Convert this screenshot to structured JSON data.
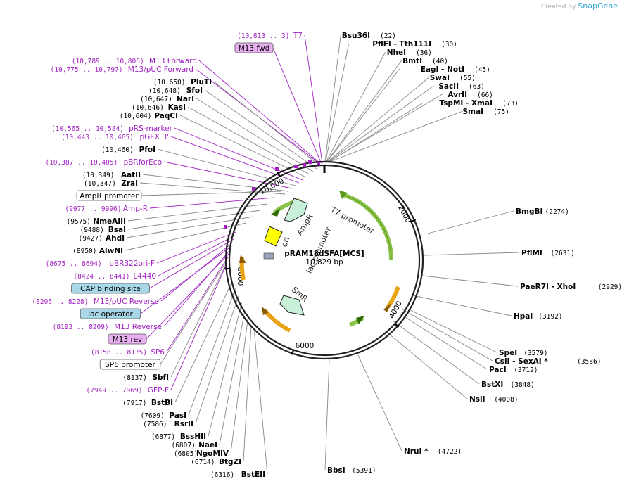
{
  "credit": {
    "prefix": "Created by",
    "brand": "SnapGene"
  },
  "plasmid": {
    "name": "pRAM18dSFA[MCS]",
    "length": "10,829 bp"
  },
  "colors": {
    "enzyme_line": "#888888",
    "feature_line": "#a020c0",
    "arrow_green": "#8bc34a",
    "arrow_orange": "#e8a317",
    "promoter_fill": "#c8f0d8",
    "ori_fill": "#ffff00",
    "box_blue": "#a8d8e8",
    "box_purple": "#e8b0f0"
  },
  "ticks": [
    "2000",
    "4000",
    "6000",
    "8000",
    "10,000"
  ],
  "inner_features": [
    "T7 promoter",
    "AmpR",
    "ori",
    "lac promoter",
    "SmR"
  ],
  "top_right_enzymes": [
    {
      "name": "Bsu36I",
      "pos": "(22)"
    },
    {
      "name": "PflFI   -  Tth111I",
      "pos": "(30)"
    },
    {
      "name": "NheI",
      "pos": "(36)"
    },
    {
      "name": "BmtI",
      "pos": "(40)"
    },
    {
      "name": "EagI   -  NotI",
      "pos": "(45)"
    },
    {
      "name": "SwaI",
      "pos": "(55)"
    },
    {
      "name": "SacII",
      "pos": "(63)"
    },
    {
      "name": "AvrII",
      "pos": "(66)"
    },
    {
      "name": "TspMI   -  XmaI",
      "pos": "(73)"
    },
    {
      "name": "SmaI",
      "pos": "(75)"
    }
  ],
  "right_enzymes": [
    {
      "name": "BmgBI",
      "pos": "(2274)"
    },
    {
      "name": "PflMI",
      "pos": "(2631)"
    },
    {
      "name": "PaeR7I   -  XhoI",
      "pos": "(2929)"
    },
    {
      "name": "HpaI",
      "pos": "(3192)"
    },
    {
      "name": "SpeI",
      "pos": "(3579)"
    },
    {
      "name": "CsiI   -  SexAI *",
      "pos": "(3586)"
    },
    {
      "name": "PacI",
      "pos": "(3712)"
    },
    {
      "name": "BstXI",
      "pos": "(3848)"
    },
    {
      "name": "NsiI",
      "pos": "(4008)"
    },
    {
      "name": "NruI *",
      "pos": "(4722)"
    },
    {
      "name": "BbsI",
      "pos": "(5391)"
    }
  ],
  "left_labels": [
    {
      "kind": "feature",
      "pos": "(10,813 .. 3)",
      "name": "T7"
    },
    {
      "kind": "box_purple",
      "name": "M13 fwd"
    },
    {
      "kind": "feature",
      "pos": "(10,789 .. 10,806)",
      "name": "M13 Forward"
    },
    {
      "kind": "feature",
      "pos": "(10,775 .. 10,797)",
      "name": "M13/pUC Forward"
    },
    {
      "kind": "enzyme",
      "pos": "(10,650)",
      "name": "PluTI"
    },
    {
      "kind": "enzyme",
      "pos": "(10,648)",
      "name": "SfoI"
    },
    {
      "kind": "enzyme",
      "pos": "(10,647)",
      "name": "NarI"
    },
    {
      "kind": "enzyme",
      "pos": "(10,646)",
      "name": "KasI"
    },
    {
      "kind": "enzyme",
      "pos": "(10,604)",
      "name": "PaqCI"
    },
    {
      "kind": "feature",
      "pos": "(10,565 .. 10,584)",
      "name": "pRS-marker"
    },
    {
      "kind": "feature",
      "pos": "(10,443 .. 10,465)",
      "name": "pGEX 3'"
    },
    {
      "kind": "enzyme",
      "pos": "(10,460)",
      "name": "PfoI"
    },
    {
      "kind": "feature",
      "pos": "(10,387 .. 10,405)",
      "name": "pBRforEco"
    },
    {
      "kind": "enzyme",
      "pos": "(10,349)",
      "name": "AatII"
    },
    {
      "kind": "enzyme",
      "pos": "(10,347)",
      "name": "ZraI"
    },
    {
      "kind": "box_white",
      "name": "AmpR promoter"
    },
    {
      "kind": "feature",
      "pos": "(9977 .. 9996)",
      "name": "Amp-R"
    },
    {
      "kind": "enzyme",
      "pos": "(9575)",
      "name": "NmeAIII"
    },
    {
      "kind": "enzyme",
      "pos": "(9488)",
      "name": "BsaI"
    },
    {
      "kind": "enzyme",
      "pos": "(9427)",
      "name": "AhdI"
    },
    {
      "kind": "enzyme",
      "pos": "(8950)",
      "name": "AlwNI"
    },
    {
      "kind": "feature",
      "pos": "(8675 .. 8694)",
      "name": "pBR322ori-F"
    },
    {
      "kind": "feature",
      "pos": "(8424 .. 8441)",
      "name": "L4440"
    },
    {
      "kind": "box_blue",
      "name": "CAP binding site"
    },
    {
      "kind": "feature",
      "pos": "(8206 .. 8228)",
      "name": "M13/pUC Reverse"
    },
    {
      "kind": "box_blue",
      "name": "lac operator"
    },
    {
      "kind": "feature",
      "pos": "(8193 .. 8209)",
      "name": "M13 Reverse"
    },
    {
      "kind": "box_purple",
      "name": "M13 rev"
    },
    {
      "kind": "feature",
      "pos": "(8158 .. 8175)",
      "name": "SP6"
    },
    {
      "kind": "box_white",
      "name": "SP6 promoter"
    },
    {
      "kind": "enzyme",
      "pos": "(8137)",
      "name": "SbfI"
    },
    {
      "kind": "feature",
      "pos": "(7949 .. 7969)",
      "name": "GFP-F"
    },
    {
      "kind": "enzyme",
      "pos": "(7917)",
      "name": "BstBI"
    },
    {
      "kind": "enzyme",
      "pos": "(7609)",
      "name": "PasI"
    },
    {
      "kind": "enzyme",
      "pos": "(7586)",
      "name": "RsrII"
    },
    {
      "kind": "enzyme",
      "pos": "(6877)",
      "name": "BssHII"
    },
    {
      "kind": "enzyme",
      "pos": "(6807)",
      "name": "NaeI"
    },
    {
      "kind": "enzyme",
      "pos": "(6805)",
      "name": "NgoMIV"
    },
    {
      "kind": "enzyme",
      "pos": "(6714)",
      "name": "BtgZI"
    },
    {
      "kind": "enzyme",
      "pos": "(6316)",
      "name": "BstEII"
    }
  ]
}
